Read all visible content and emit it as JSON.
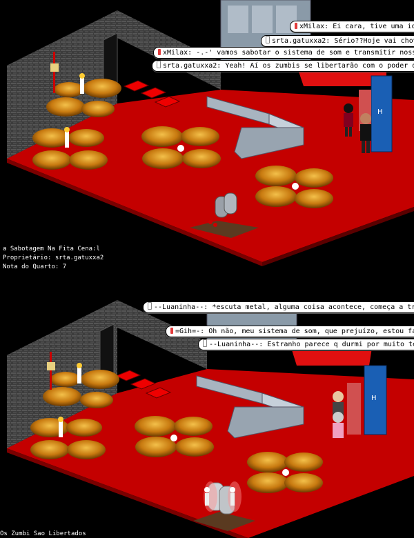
{
  "panel1": {
    "chat": [
      {
        "user": "xMilax:",
        "text": "Ei cara, tive uma idéia!",
        "tab": "#e23a3a"
      },
      {
        "user": "srta.gatuxxa2:",
        "text": "Sério??Hoje vai chover!!!",
        "tab": "#ffffff"
      },
      {
        "user": "xMilax:",
        "text": "-.-' vamos sabotar o sistema de som e transmitir nosso metal",
        "tab": "#e23a3a"
      },
      {
        "user": "srta.gatuxxa2:",
        "text": "Yeah! Aí os zumbis se libertarão com o poder do metal",
        "tab": "#ffffff"
      }
    ],
    "room_info": {
      "name": "a Sabotagem Na Fita Cena:l",
      "owner": "Proprietário: srta.gatuxxa2",
      "rating": "Nota do Quarto: 7"
    }
  },
  "panel2": {
    "chat": [
      {
        "user": "--Luaninha--:",
        "text": "*escuta metal, alguma coisa acontece, começa a tremer*",
        "tab": "#ffffff"
      },
      {
        "user": "=Gih=-:",
        "text": "Oh não, meu sistema de som, que prejuízo, estou falido!!",
        "tab": "#e23a3a"
      },
      {
        "user": "--Luaninha--:",
        "text": "Estranho parece q durmi por muito tempo",
        "tab": "#ffffff"
      }
    ],
    "caption": "Os Zumbi Sao Libertados"
  },
  "colors": {
    "floor": "#c40000",
    "floor_dark": "#8a0000",
    "wall": "#3a3a3a",
    "pillow": "#c87a10",
    "counter": "#a8b4c0"
  }
}
